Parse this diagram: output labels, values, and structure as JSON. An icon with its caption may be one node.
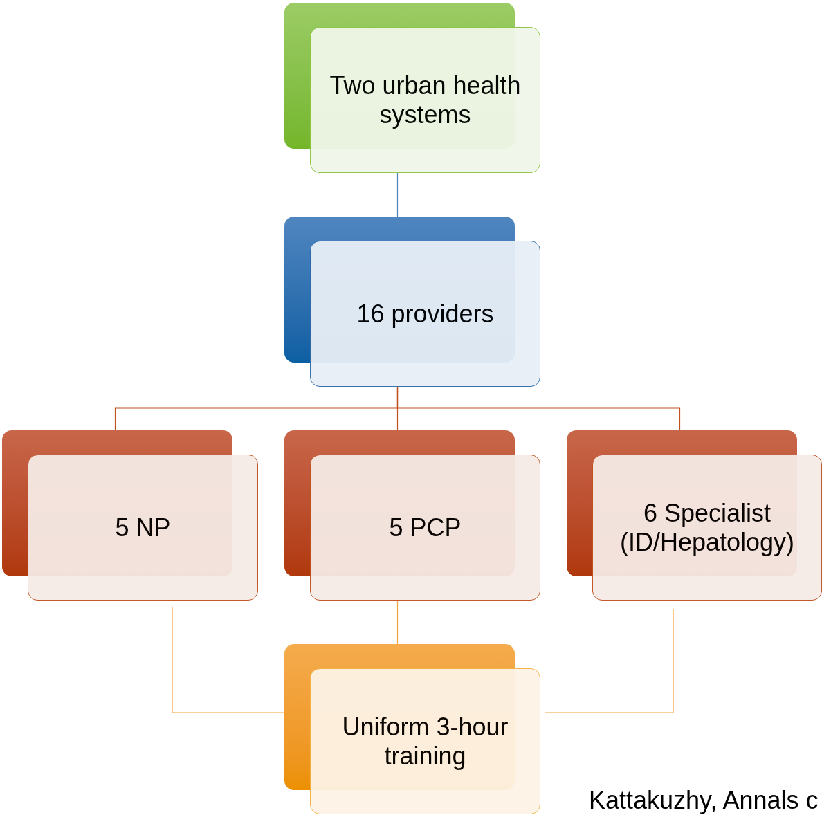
{
  "diagram": {
    "nodes": [
      {
        "text": [
          "Two urban health systems"
        ]
      },
      {
        "text": [
          "16 providers"
        ]
      },
      {
        "text": [
          "5 NP"
        ]
      },
      {
        "text": [
          "5 PCP"
        ]
      },
      {
        "text": [
          "6 Specialist (ID/Hepatology)"
        ]
      },
      {
        "text": [
          "Uniform 3-hour training"
        ]
      }
    ],
    "edges": [
      {
        "from": 0,
        "to": 1,
        "arrow": "none",
        "color": "#4f81bd"
      },
      {
        "from": 1,
        "to": 2,
        "arrow": "none",
        "color": "#c0501e"
      },
      {
        "from": 1,
        "to": 3,
        "arrow": "none",
        "color": "#c0501e"
      },
      {
        "from": 1,
        "to": 4,
        "arrow": "none",
        "color": "#c0501e"
      },
      {
        "from": 2,
        "to": 5,
        "arrow": "none",
        "color": "#f3a43a"
      },
      {
        "from": 3,
        "to": 5,
        "arrow": "none",
        "color": "#f3a43a"
      },
      {
        "from": 4,
        "to": 5,
        "arrow": "none",
        "color": "#f3a43a"
      }
    ],
    "labels": [
      "Kattakuzhy, Annals c"
    ]
  }
}
